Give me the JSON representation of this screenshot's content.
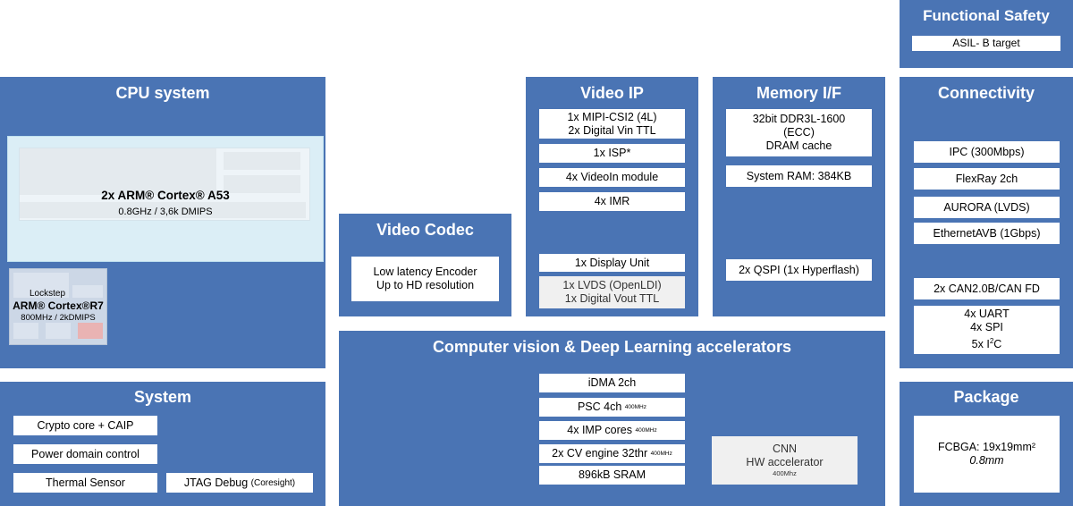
{
  "functional_safety": {
    "title": "Functional Safety",
    "items": [
      "ASIL- B target"
    ]
  },
  "cpu_system": {
    "title": "CPU system",
    "a53_name": "2x ARM® Cortex® A53",
    "a53_spec": "0.8GHz / 3,6k DMIPS",
    "r7_lockstep": "Lockstep",
    "r7_name": "ARM® Cortex®R7",
    "r7_spec": "800MHz / 2kDMIPS"
  },
  "video_codec": {
    "title": "Video Codec",
    "line1": "Low latency Encoder",
    "line2": "Up to HD resolution"
  },
  "video_ip": {
    "title": "Video IP",
    "mipi_line1": "1x MIPI-CSI2 (4L)",
    "mipi_line2": "2x Digital Vin TTL",
    "isp": "1x ISP*",
    "videoin": "4x VideoIn module",
    "imr": "4x IMR",
    "display": "1x Display Unit",
    "lvds_line1": "1x LVDS (OpenLDI)",
    "lvds_line2": "1x Digital Vout TTL"
  },
  "memory_if": {
    "title": "Memory I/F",
    "ddr_line1": "32bit  DDR3L-1600",
    "ddr_line2": "(ECC)",
    "ddr_line3": "DRAM cache",
    "sysram": "System RAM: 384KB",
    "qspi": "2x QSPI (1x Hyperflash)"
  },
  "connectivity": {
    "title": "Connectivity",
    "ipc": "IPC (300Mbps)",
    "flexray": "FlexRay 2ch",
    "aurora": "AURORA  (LVDS)",
    "ethernet": "EthernetAVB (1Gbps)",
    "can": "2x CAN2.0B/CAN FD",
    "uart": "4x UART",
    "spi": "4x SPI",
    "i2c_pre": "5x I",
    "i2c_sup": "2",
    "i2c_post": "C"
  },
  "system": {
    "title": "System",
    "crypto": "Crypto core + CAIP",
    "power": "Power domain control",
    "thermal": "Thermal Sensor",
    "jtag": "JTAG Debug",
    "jtag_note": "(Coresight)"
  },
  "cv_dl": {
    "title": "Computer vision & Deep Learning accelerators",
    "idma": "iDMA 2ch",
    "psc": "PSC 4ch",
    "psc_freq": "400MHz",
    "imp": "4x IMP cores",
    "imp_freq": "400MHz",
    "cv": "2x CV engine 32thr",
    "cv_freq": "400MHz",
    "sram": "896kB SRAM",
    "cnn_line1": "CNN",
    "cnn_line2": "HW accelerator",
    "cnn_freq": "400Mhz"
  },
  "package": {
    "title": "Package",
    "line1": "FCBGA: 19x19mm²",
    "line2": "0.8mm"
  },
  "colors": {
    "panel": "#4a74b4",
    "box": "#ffffff",
    "grey_box": "#f0f0f0"
  }
}
